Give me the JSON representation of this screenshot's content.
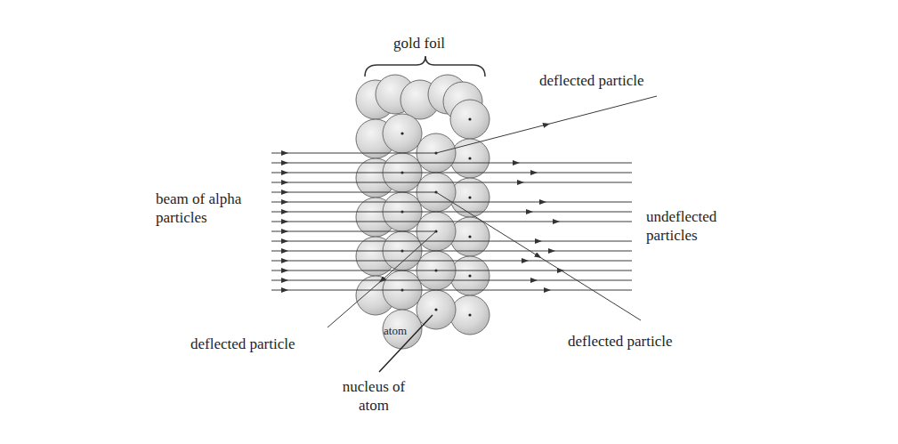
{
  "diagram": {
    "labels": [
      "gold foil",
      "deflected particle",
      "beam of alpha particles",
      "undeflected particles",
      "deflected particle",
      "atom",
      "deflected particle",
      "nucleus of atom"
    ]
  }
}
